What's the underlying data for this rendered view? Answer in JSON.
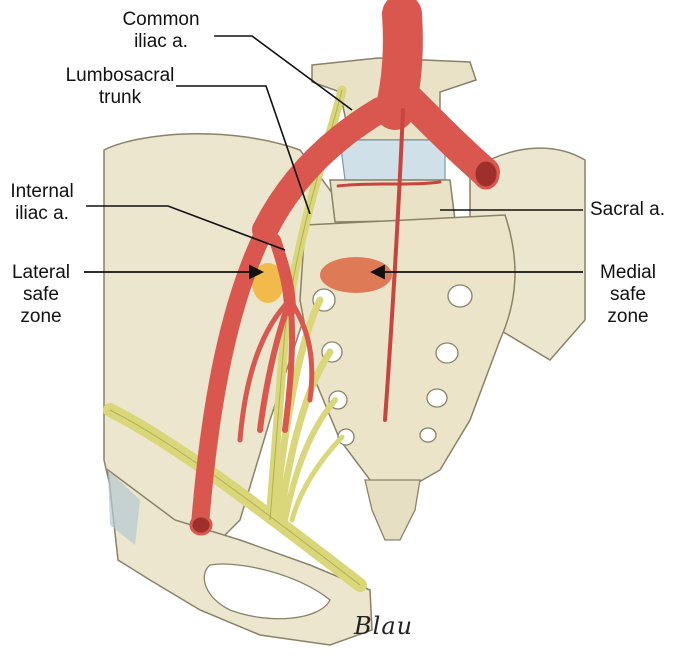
{
  "labels": {
    "common_iliac": {
      "line1": "Common",
      "line2": "iliac a."
    },
    "lumbosacral": {
      "line1": "Lumbosacral",
      "line2": "trunk"
    },
    "internal_iliac": {
      "line1": "Internal",
      "line2": "iliac a."
    },
    "lateral_safe": {
      "line1": "Lateral",
      "line2": "safe",
      "line3": "zone"
    },
    "sacral": {
      "line1": "Sacral a."
    },
    "medial_safe": {
      "line1": "Medial",
      "line2": "safe",
      "line3": "zone"
    }
  },
  "signature": "Blau",
  "colors": {
    "bone": "#ece6cf",
    "bone_shadow": "#c9c0a3",
    "artery": "#d9574f",
    "artery_dark": "#9e2f2b",
    "nerve": "#d9d77a",
    "nerve_dark": "#a9a64a",
    "lateral_zone": "#f2b233",
    "medial_zone": "#d9572f"
  }
}
